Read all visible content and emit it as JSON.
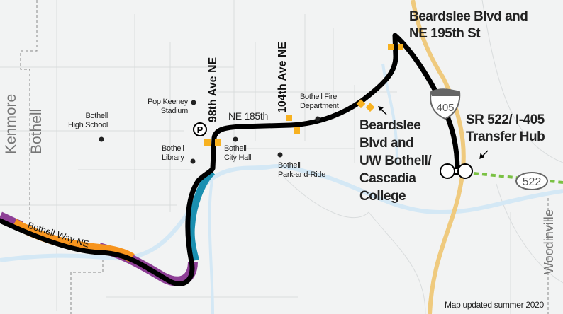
{
  "map": {
    "cities": [
      "Kenmore",
      "Bothell",
      "Woodinville"
    ],
    "streets": {
      "ave98": "98th Ave NE",
      "ave104": "104th Ave NE",
      "ne185": "NE 185th",
      "bothell_way": "Bothell Way NE"
    },
    "landmarks": {
      "pop_keeney": [
        "Pop Keeney",
        "Stadium"
      ],
      "high_school": [
        "Bothell",
        "High School"
      ],
      "library": [
        "Bothell",
        "Library"
      ],
      "city_hall": [
        "Bothell",
        "City Hall"
      ],
      "park_ride": [
        "Bothell",
        "Park-and-Ride"
      ],
      "fire_dept": [
        "Bothell Fire",
        "Department"
      ]
    },
    "stops": {
      "beardslee_195": [
        "Beardslee Blvd and",
        "NE 195th St"
      ],
      "beardslee_uw": [
        "Beardslee",
        "Blvd and",
        "UW Bothell/",
        "Cascadia",
        "College"
      ],
      "transfer_hub": [
        "SR 522/ I-405",
        "Transfer Hub"
      ]
    },
    "shields": {
      "interstate": "405",
      "state_route": "522"
    },
    "parking_symbol": "P",
    "footer": "Map updated summer 2020",
    "colors": {
      "route": "#000000",
      "stop_marker": "#f7b120",
      "freeway": "#efca7e",
      "river": "#d4e8f5",
      "purple_route": "#8e3f96",
      "orange_route": "#f7941d",
      "blue_route": "#1a8fb0",
      "sr522_dashed": "#7ac143"
    }
  }
}
